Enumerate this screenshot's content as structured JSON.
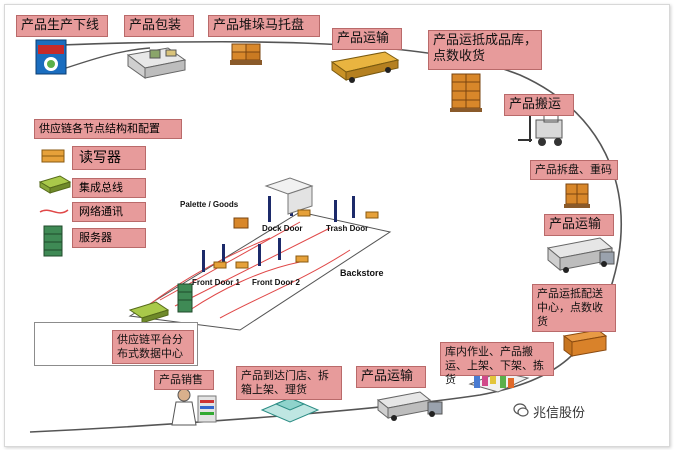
{
  "stages": {
    "production_line": "产品生产下线",
    "packaging": "产品包装",
    "palletizing": "产品堆垛马托盘",
    "transport_1": "产品运输",
    "arrive_warehouse": "产品运抵成品库，点数收货",
    "handling": "产品搬运",
    "depalletize": "产品拆盘、重码",
    "transport_2": "产品运输",
    "arrive_dc": "产品运抵配送中心，点数收货",
    "dc_ops": "库内作业、产品搬运、上架、下架、拣货",
    "transport_3": "产品运输",
    "store_arrival": "产品到达门店、拆箱上架、理货",
    "sales": "产品销售"
  },
  "legend": {
    "title": "供应链各节点结构和配置",
    "reader": "读写器",
    "bus": "集成总线",
    "network": "网络通讯",
    "server": "服务器"
  },
  "datacenter": "供应链平台分布式数据中心",
  "diagram_labels": {
    "palette": "Palette / Goods",
    "dock_door": "Dock Door",
    "trash_door": "Trash Door",
    "backstore": "Backstore",
    "front_door_1": "Front Door 1",
    "front_door_2": "Front Door 2"
  },
  "watermark": "兆信股份",
  "colors": {
    "label_fill": "#e79b9b",
    "label_border": "#b96a6a",
    "pallet": "#d8872a",
    "server": "#3f8a55",
    "bus": "#8fae3a",
    "network_line": "#e04848"
  }
}
